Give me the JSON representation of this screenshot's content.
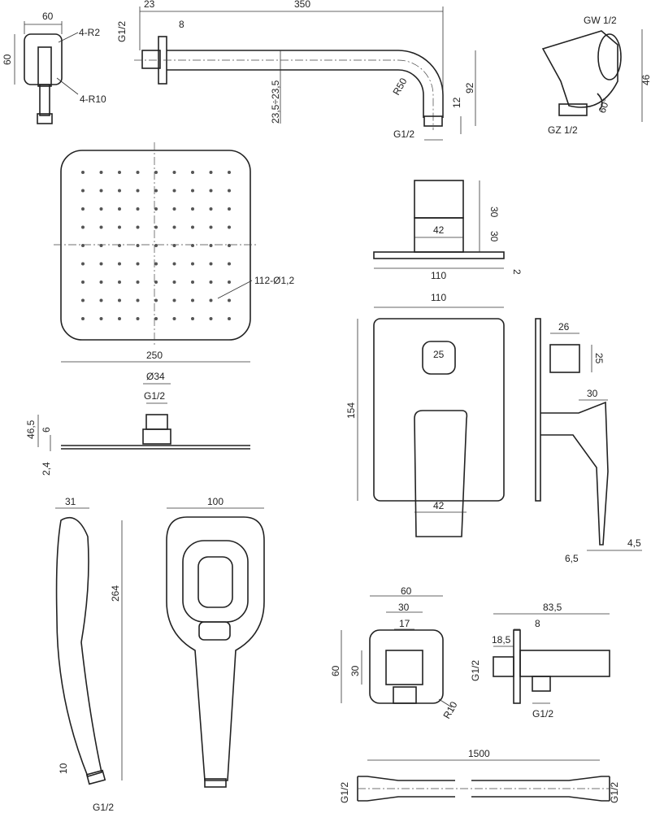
{
  "wall_elbow": {
    "width": "60",
    "corner_small": "4-R2",
    "height": "60",
    "corner_large": "4-R10"
  },
  "shower_arm": {
    "offset": "23",
    "length": "350",
    "flange": "8",
    "thread_in": "G1/2",
    "wall_range": "23,5÷23,5",
    "radius": "R50",
    "drop": "92",
    "thread_len": "12",
    "thread_out": "G1/2"
  },
  "swivel_elbow": {
    "thread_in": "GW 1/2",
    "height": "46",
    "angle": "60°",
    "thread_out": "GZ 1/2"
  },
  "head_top": {
    "nozzles": "112-Ø1,2",
    "size": "250"
  },
  "head_side": {
    "diameter": "Ø34",
    "thread": "G1/2",
    "height": "46,5",
    "connector": "6",
    "thickness": "2,4"
  },
  "diverter_top": {
    "knob_depth": "30",
    "width_inner": "42",
    "body_depth": "30",
    "plate_width": "110",
    "plate_thickness": "2"
  },
  "diverter_front": {
    "width": "110",
    "height": "154",
    "knob": "25",
    "lever": "42"
  },
  "diverter_side": {
    "knob_len": "26",
    "knob_h": "25",
    "lever_depth": "30",
    "lever_t": "4,5",
    "plate_t": "6,5"
  },
  "hand_side": {
    "thickness": "31",
    "length": "264",
    "thread_len": "10",
    "thread": "G1/2"
  },
  "hand_front": {
    "width": "100"
  },
  "outlet_front": {
    "width": "60",
    "inner": "30",
    "hole": "17",
    "height": "60",
    "inner_h": "30",
    "radius": "R10"
  },
  "outlet_side": {
    "depth": "83,5",
    "plate": "8",
    "body": "18,5",
    "thread_side": "G1/2",
    "thread_bottom": "G1/2"
  },
  "hose": {
    "length": "1500",
    "thread_left": "G1/2",
    "thread_right": "G1/2"
  }
}
